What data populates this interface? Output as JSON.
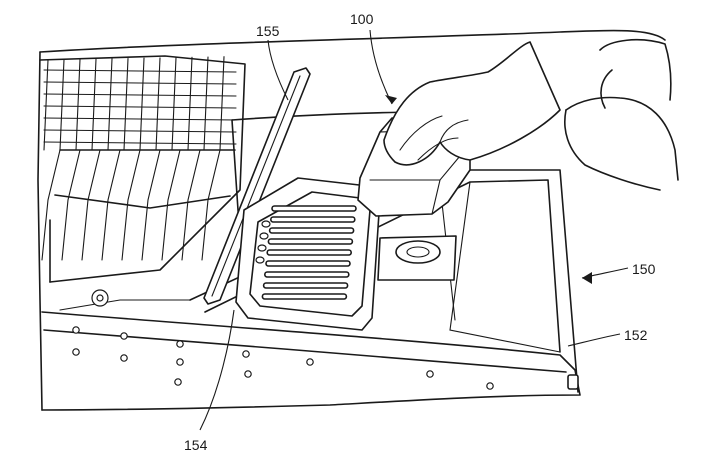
{
  "figure": {
    "reference_numerals": {
      "pod": "100",
      "door": "150",
      "inner_panel": "152",
      "tray": "154",
      "rail": "155"
    }
  }
}
